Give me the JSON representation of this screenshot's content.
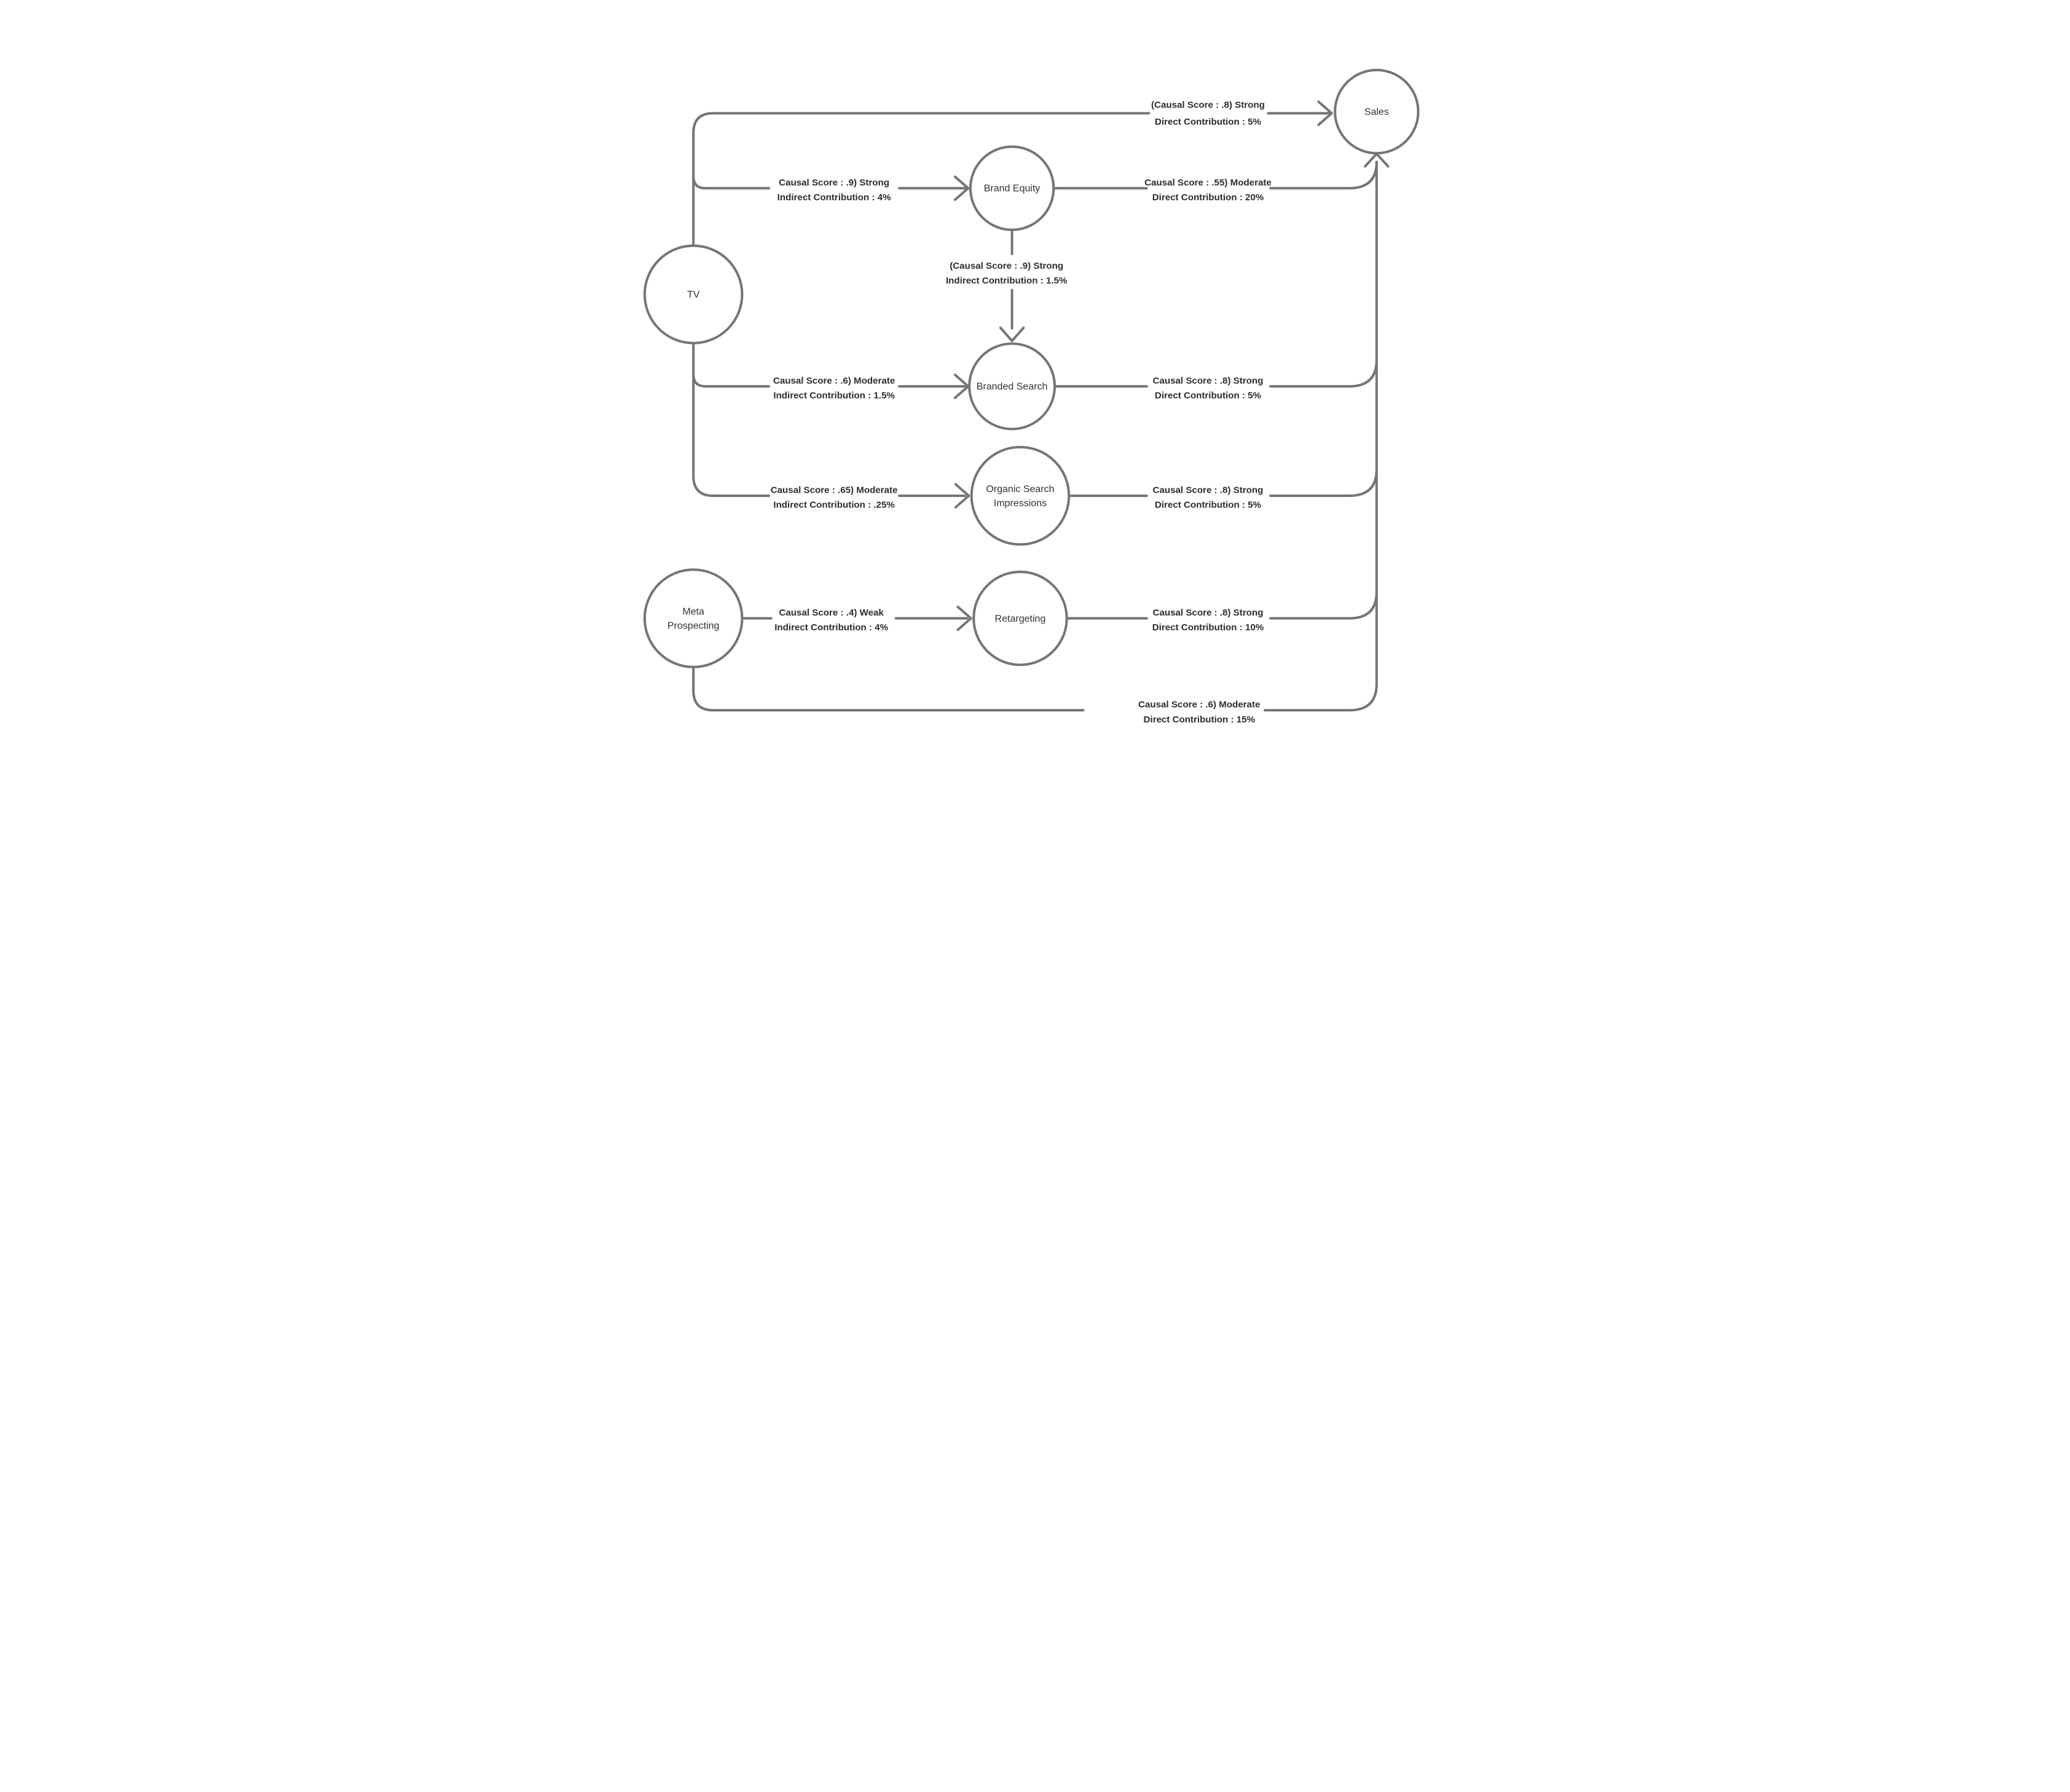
{
  "diagram": {
    "colors": {
      "background": "#ffffff",
      "stroke": "#757575",
      "edge_label_text": "#2d2d2d",
      "node_label_text": "#333333"
    },
    "nodes": {
      "tv": {
        "label": "TV"
      },
      "meta_prospecting": {
        "line1": "Meta",
        "line2": "Prospecting"
      },
      "brand_equity": {
        "label": "Brand Equity"
      },
      "branded_search": {
        "label": "Branded Search"
      },
      "organic_search_impressions": {
        "line1": "Organic Search",
        "line2": "Impressions"
      },
      "retargeting": {
        "label": "Retargeting"
      },
      "sales": {
        "label": "Sales"
      }
    },
    "edges": {
      "tv_to_sales": {
        "line1": "(Causal Score : .8) Strong",
        "line2": "Direct Contribution : 5%"
      },
      "tv_to_brand_equity": {
        "line1": "Causal Score : .9) Strong",
        "line2": "Indirect Contribution : 4%"
      },
      "brand_equity_to_sales": {
        "line1": "Causal Score : .55) Moderate",
        "line2": "Direct Contribution : 20%"
      },
      "brand_equity_to_branded_search": {
        "line1": "(Causal Score : .9) Strong",
        "line2": "Indirect Contribution : 1.5%"
      },
      "tv_to_branded_search": {
        "line1": "Causal Score : .6) Moderate",
        "line2": "Indirect Contribution : 1.5%"
      },
      "branded_search_to_sales": {
        "line1": "Causal Score : .8) Strong",
        "line2": "Direct Contribution : 5%"
      },
      "tv_to_organic_search": {
        "line1": "Causal Score : .65) Moderate",
        "line2": "Indirect Contribution : .25%"
      },
      "organic_search_to_sales": {
        "line1": "Causal Score : .8) Strong",
        "line2": "Direct Contribution : 5%"
      },
      "meta_to_retargeting": {
        "line1": "Causal Score : .4) Weak",
        "line2": "Indirect Contribution : 4%"
      },
      "retargeting_to_sales": {
        "line1": "Causal Score : .8) Strong",
        "line2": "Direct Contribution : 10%"
      },
      "meta_to_sales": {
        "line1": "Causal Score : .6) Moderate",
        "line2": "Direct Contribution : 15%"
      }
    }
  }
}
